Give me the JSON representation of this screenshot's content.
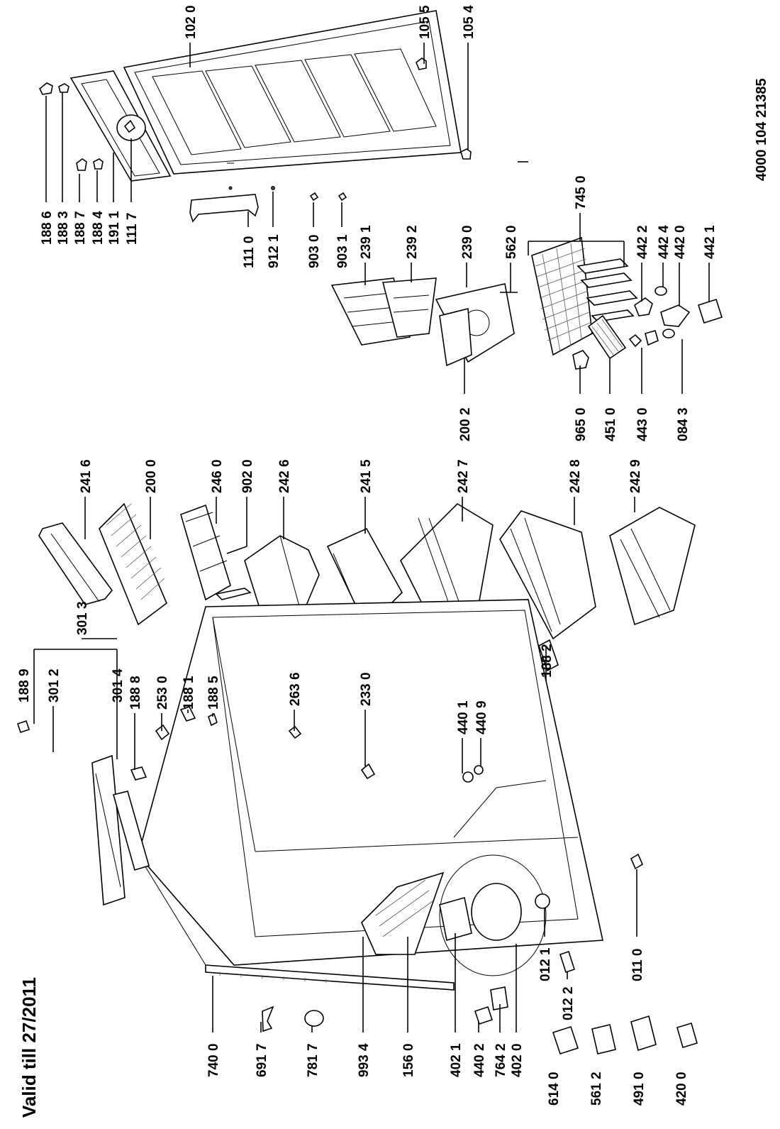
{
  "header": {
    "validity": "Valid till 27/2011",
    "doc_number": "4000 104 21385"
  },
  "parts": [
    {
      "id": "p1020",
      "label": "102 0"
    },
    {
      "id": "p1055",
      "label": "105 5"
    },
    {
      "id": "p1054",
      "label": "105 4"
    },
    {
      "id": "p1886",
      "label": "188 6"
    },
    {
      "id": "p1883",
      "label": "188 3"
    },
    {
      "id": "p1887",
      "label": "188 7"
    },
    {
      "id": "p1884",
      "label": "188 4"
    },
    {
      "id": "p1911",
      "label": "191 1"
    },
    {
      "id": "p1117",
      "label": "111 7"
    },
    {
      "id": "p1110",
      "label": "111 0"
    },
    {
      "id": "p9121",
      "label": "912 1"
    },
    {
      "id": "p9030",
      "label": "903 0"
    },
    {
      "id": "p9031",
      "label": "903 1"
    },
    {
      "id": "p2391",
      "label": "239 1"
    },
    {
      "id": "p2392",
      "label": "239 2"
    },
    {
      "id": "p2390",
      "label": "239 0"
    },
    {
      "id": "p5620",
      "label": "562 0"
    },
    {
      "id": "p7450",
      "label": "745 0"
    },
    {
      "id": "p4422",
      "label": "442 2"
    },
    {
      "id": "p4424",
      "label": "442 4"
    },
    {
      "id": "p4420",
      "label": "442 0"
    },
    {
      "id": "p4421",
      "label": "442 1"
    },
    {
      "id": "p2002",
      "label": "200 2"
    },
    {
      "id": "p9650",
      "label": "965 0"
    },
    {
      "id": "p4510",
      "label": "451 0"
    },
    {
      "id": "p4430",
      "label": "443 0"
    },
    {
      "id": "p0843",
      "label": "084 3"
    },
    {
      "id": "p2416",
      "label": "241 6"
    },
    {
      "id": "p2000",
      "label": "200 0"
    },
    {
      "id": "p2460",
      "label": "246 0"
    },
    {
      "id": "p9020",
      "label": "902 0"
    },
    {
      "id": "p2426",
      "label": "242 6"
    },
    {
      "id": "p2415",
      "label": "241 5"
    },
    {
      "id": "p2427",
      "label": "242 7"
    },
    {
      "id": "p2428",
      "label": "242 8"
    },
    {
      "id": "p2429",
      "label": "242 9"
    },
    {
      "id": "p3013",
      "label": "301 3"
    },
    {
      "id": "p1889",
      "label": "188 9"
    },
    {
      "id": "p3012",
      "label": "301 2"
    },
    {
      "id": "p3014",
      "label": "301 4"
    },
    {
      "id": "p1888",
      "label": "188 8"
    },
    {
      "id": "p2530",
      "label": "253 0"
    },
    {
      "id": "p1881",
      "label": "188 1"
    },
    {
      "id": "p1885",
      "label": "188 5"
    },
    {
      "id": "p2636",
      "label": "263 6"
    },
    {
      "id": "p2330",
      "label": "233 0"
    },
    {
      "id": "p4401",
      "label": "440 1"
    },
    {
      "id": "p4409",
      "label": "440 9"
    },
    {
      "id": "p1882",
      "label": "188 2"
    },
    {
      "id": "p7400",
      "label": "740 0"
    },
    {
      "id": "p6917",
      "label": "691 7"
    },
    {
      "id": "p7817",
      "label": "781 7"
    },
    {
      "id": "p9934",
      "label": "993 4"
    },
    {
      "id": "p1560",
      "label": "156 0"
    },
    {
      "id": "p4021",
      "label": "402 1"
    },
    {
      "id": "p4402",
      "label": "440 2"
    },
    {
      "id": "p7642",
      "label": "764 2"
    },
    {
      "id": "p4020",
      "label": "402 0"
    },
    {
      "id": "p0121",
      "label": "012 1"
    },
    {
      "id": "p0122",
      "label": "012 2"
    },
    {
      "id": "p0110",
      "label": "011 0"
    },
    {
      "id": "p6140",
      "label": "614 0"
    },
    {
      "id": "p5612",
      "label": "561 2"
    },
    {
      "id": "p4910",
      "label": "491 0"
    },
    {
      "id": "p4200",
      "label": "420 0"
    }
  ]
}
